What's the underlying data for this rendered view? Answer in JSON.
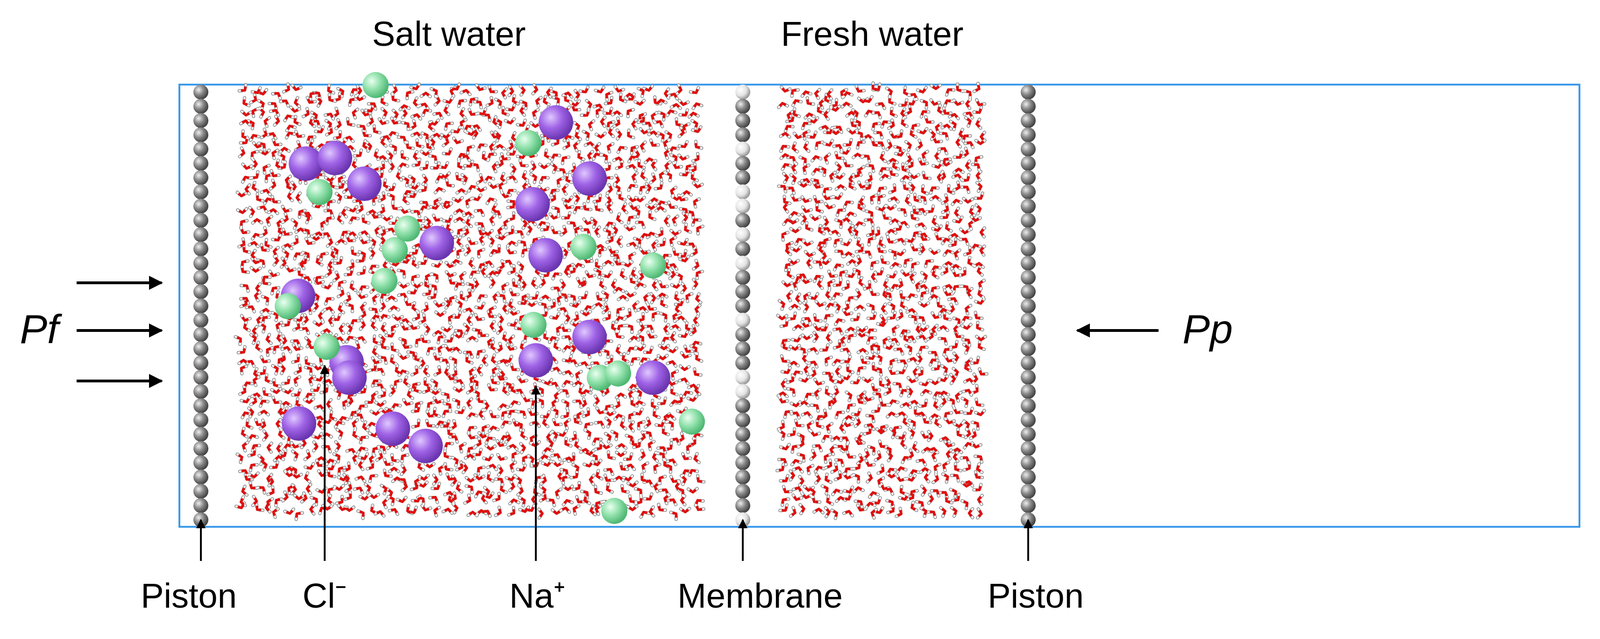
{
  "diagram": {
    "labels": [
      "Salt water",
      "Fresh water",
      "Pf",
      "Pp",
      "Piston",
      "Cl⁻",
      "Na⁺",
      "Membrane",
      "Piston"
    ]
  }
}
